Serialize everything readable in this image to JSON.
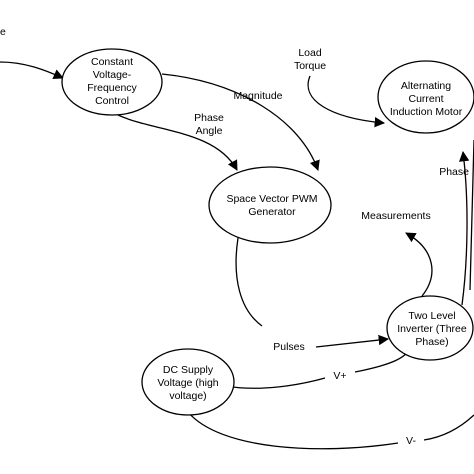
{
  "nodes": {
    "constant_vf": [
      "Constant",
      "Voltage-",
      "Frequency",
      "Control"
    ],
    "induction_motor": [
      "Alternating",
      "Current",
      "Induction Motor"
    ],
    "svpwm": [
      "Space Vector PWM",
      "Generator"
    ],
    "inverter": [
      "Two Level",
      "Inverter (Three",
      "Phase)"
    ],
    "dc_supply": [
      "DC Supply",
      "Voltage (high",
      "voltage)"
    ]
  },
  "labels": {
    "left_edge_fragment": "e",
    "load_torque": [
      "Load",
      "Torque"
    ],
    "magnitude": "Magnitude",
    "phase_angle": [
      "Phase",
      "Angle"
    ],
    "measurements": "Measurements",
    "phase_right": "Phase",
    "pulses": "Pulses",
    "v_plus": "V+",
    "v_minus": "V-"
  },
  "colors": {
    "stroke": "#000000",
    "background": "#ffffff"
  }
}
